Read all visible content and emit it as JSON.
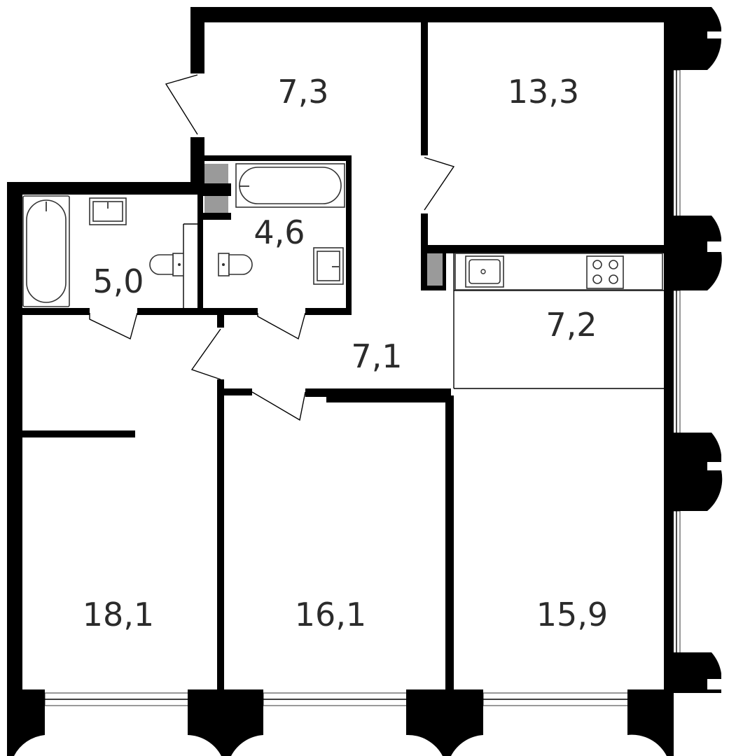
{
  "floor_plan": {
    "rooms": [
      {
        "id": "hall-entry",
        "area": "7,3"
      },
      {
        "id": "bedroom-top-right",
        "area": "13,3"
      },
      {
        "id": "bathroom-small",
        "area": "4,6"
      },
      {
        "id": "bathroom-left",
        "area": "5,0"
      },
      {
        "id": "kitchen",
        "area": "7,2"
      },
      {
        "id": "corridor",
        "area": "7,1"
      },
      {
        "id": "bedroom-bottom-left",
        "area": "18,1"
      },
      {
        "id": "bedroom-bottom-middle",
        "area": "16,1"
      },
      {
        "id": "living-room",
        "area": "15,9"
      }
    ]
  }
}
